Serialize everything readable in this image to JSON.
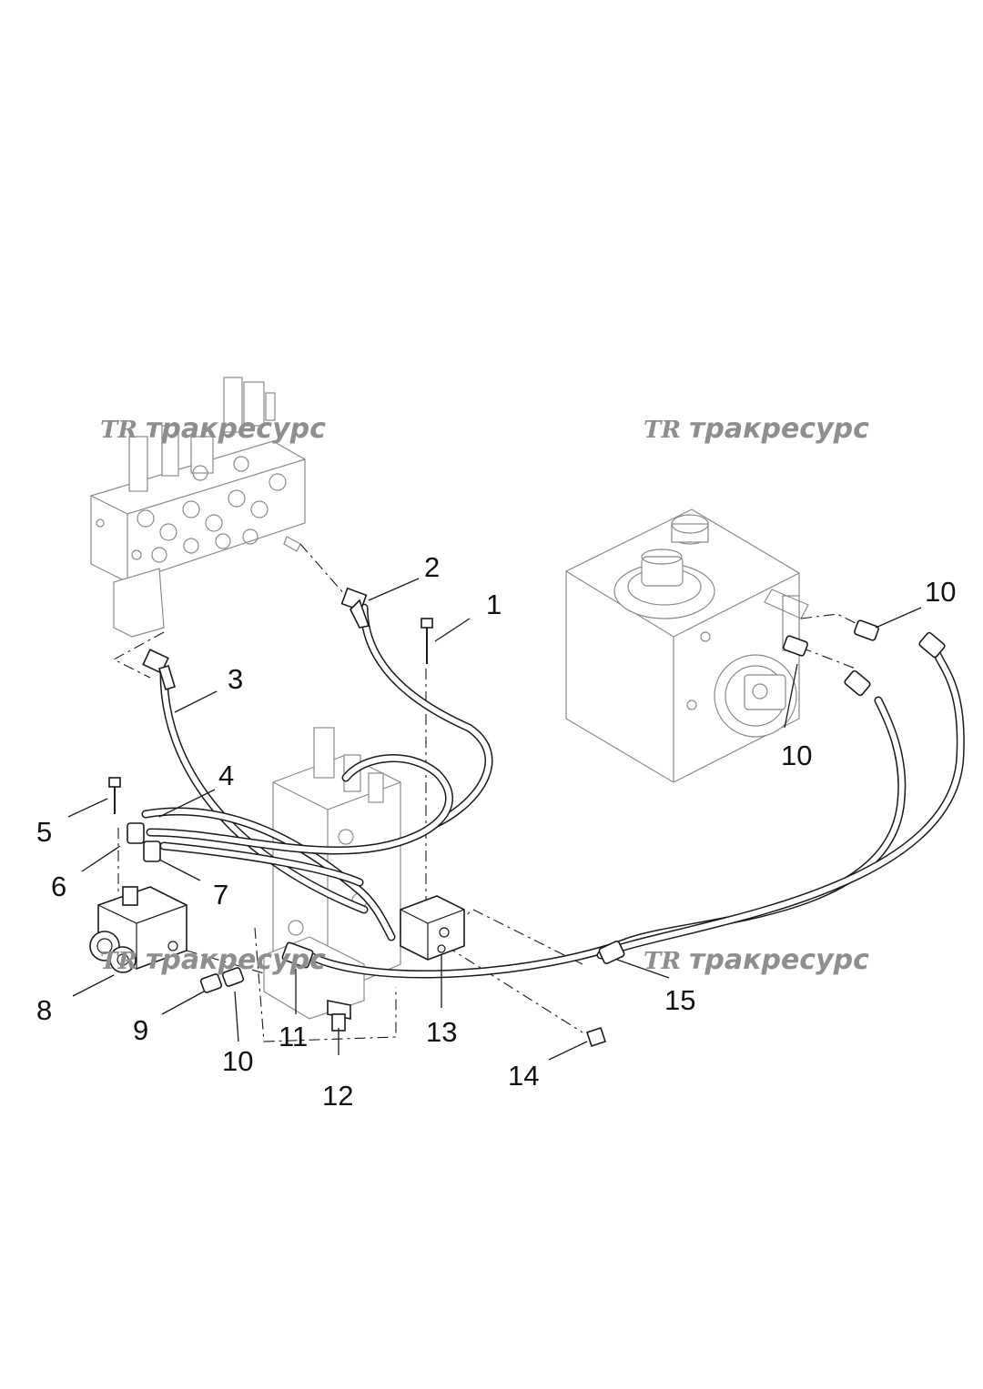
{
  "watermarks": [
    {
      "logo": "TR",
      "text": "тракресурс"
    },
    {
      "logo": "TR",
      "text": "тракресурс"
    },
    {
      "logo": "TR",
      "text": "тракресурс"
    },
    {
      "logo": "TR",
      "text": "тракресурс"
    }
  ],
  "callouts": [
    "1",
    "2",
    "3",
    "4",
    "5",
    "6",
    "7",
    "8",
    "9",
    "10",
    "10",
    "10",
    "11",
    "12",
    "13",
    "14",
    "15"
  ],
  "colors": {
    "ink": "#1a1a1a",
    "ghost": "#8a8a8a",
    "watermark": "#8e8e8e",
    "background": "#ffffff"
  }
}
